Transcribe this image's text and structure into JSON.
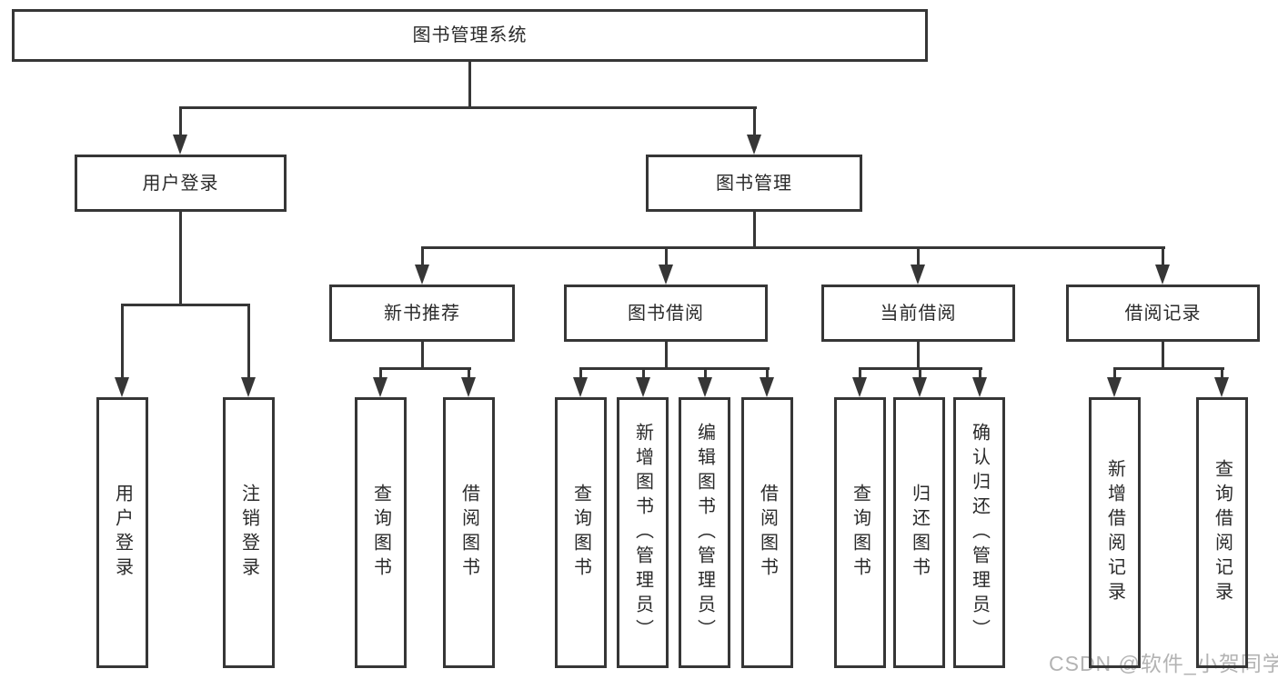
{
  "tree": {
    "root": {
      "label": "图书管理系统"
    },
    "branches": [
      {
        "label": "用户登录",
        "children": [
          {
            "label": "用户登录"
          },
          {
            "label": "注销登录"
          }
        ]
      },
      {
        "label": "图书管理",
        "children": [
          {
            "label": "新书推荐",
            "children": [
              {
                "label": "查询图书"
              },
              {
                "label": "借阅图书"
              }
            ]
          },
          {
            "label": "图书借阅",
            "children": [
              {
                "label": "查询图书"
              },
              {
                "label": "新增图书（管理员）"
              },
              {
                "label": "编辑图书（管理员）"
              },
              {
                "label": "借阅图书"
              }
            ]
          },
          {
            "label": "当前借阅",
            "children": [
              {
                "label": "查询图书"
              },
              {
                "label": "归还图书"
              },
              {
                "label": "确认归还（管理员）"
              }
            ]
          },
          {
            "label": "借阅记录",
            "children": [
              {
                "label": "新增借阅记录"
              },
              {
                "label": "查询借阅记录"
              }
            ]
          }
        ]
      }
    ]
  },
  "watermark": "CSDN @软件_小贺同学",
  "colors": {
    "line": "#363636",
    "text": "#2a2a2a",
    "watermark": "#b3b3b3",
    "background": "#ffffff"
  }
}
